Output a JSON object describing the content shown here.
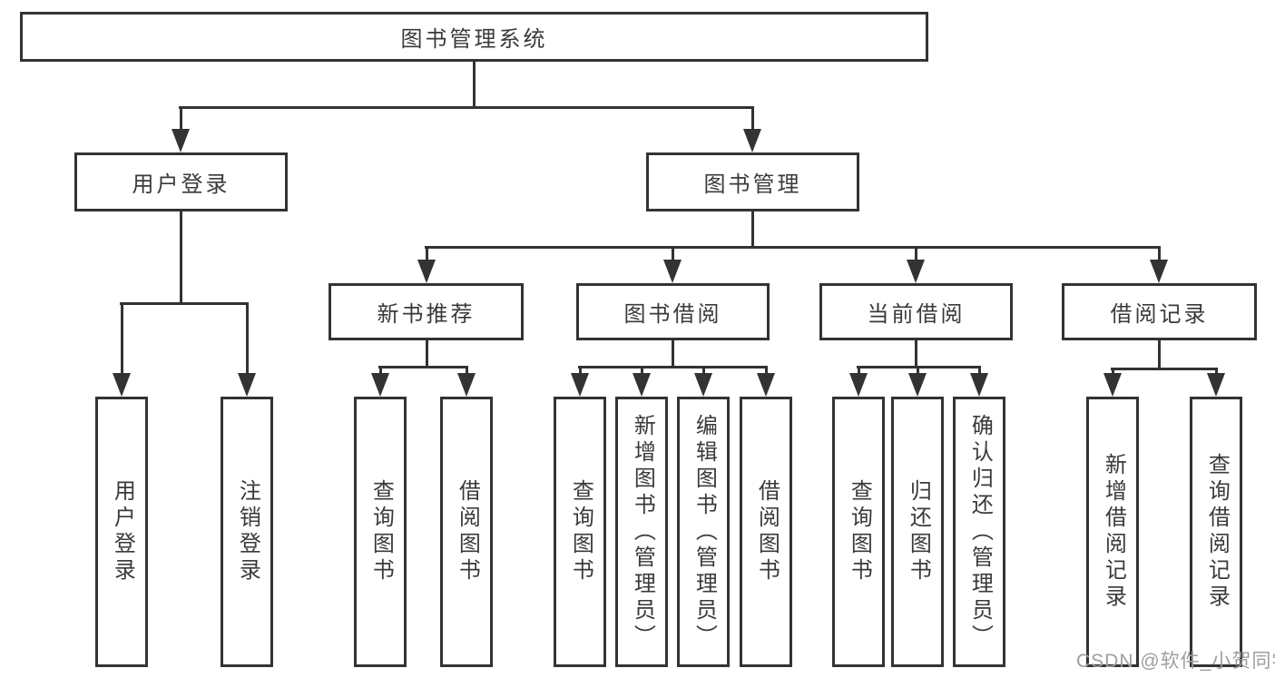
{
  "tree": {
    "root": {
      "label": "图书管理系统"
    },
    "branches": [
      {
        "label": "用户登录",
        "children": [
          {
            "label": "用户登录"
          },
          {
            "label": "注销登录"
          }
        ]
      },
      {
        "label": "图书管理",
        "children": [
          {
            "label": "新书推荐",
            "children": [
              {
                "label": "查询图书"
              },
              {
                "label": "借阅图书"
              }
            ]
          },
          {
            "label": "图书借阅",
            "children": [
              {
                "label": "查询图书"
              },
              {
                "label": "新增图书（管理员）"
              },
              {
                "label": "编辑图书（管理员）"
              },
              {
                "label": "借阅图书"
              }
            ]
          },
          {
            "label": "当前借阅",
            "children": [
              {
                "label": "查询图书"
              },
              {
                "label": "归还图书"
              },
              {
                "label": "确认归还（管理员）"
              }
            ]
          },
          {
            "label": "借阅记录",
            "children": [
              {
                "label": "新增借阅记录"
              },
              {
                "label": "查询借阅记录"
              }
            ]
          }
        ]
      }
    ]
  },
  "watermark": {
    "text": "CSDN @软件_小贺同学"
  },
  "colors": {
    "line": "#333333",
    "text": "#3a3a3a",
    "watermark": "#9e9e9e",
    "background": "#ffffff"
  }
}
